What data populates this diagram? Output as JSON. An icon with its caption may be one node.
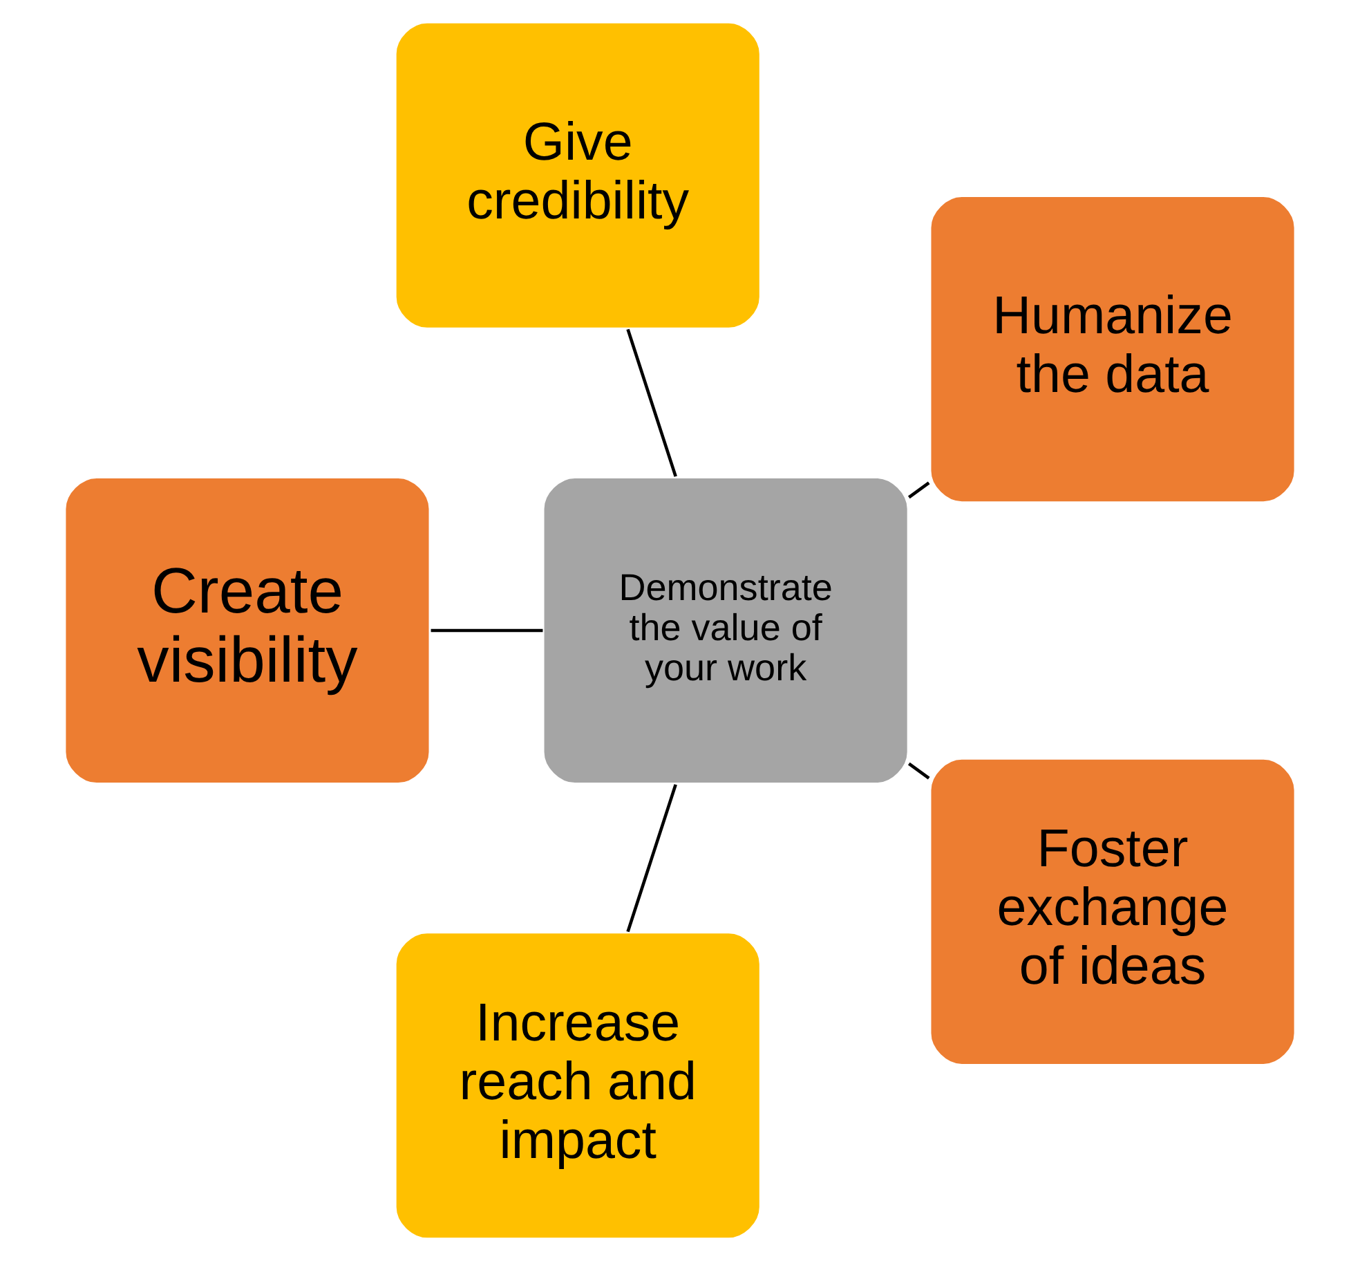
{
  "diagram": {
    "nodes": [
      {
        "text": [
          "Demonstrate the value of your work"
        ]
      },
      {
        "text": [
          "Humanize the data"
        ]
      },
      {
        "text": [
          "Give credibility"
        ]
      },
      {
        "text": [
          "Create visibility"
        ]
      },
      {
        "text": [
          "Increase reach and impact"
        ]
      },
      {
        "text": [
          "Foster exchange of ideas"
        ]
      }
    ],
    "edges": [
      {
        "from": 0,
        "to": 1,
        "arrow": "none"
      },
      {
        "from": 0,
        "to": 2,
        "arrow": "none"
      },
      {
        "from": 0,
        "to": 3,
        "arrow": "none"
      },
      {
        "from": 0,
        "to": 4,
        "arrow": "none"
      },
      {
        "from": 0,
        "to": 5,
        "arrow": "none"
      }
    ]
  }
}
